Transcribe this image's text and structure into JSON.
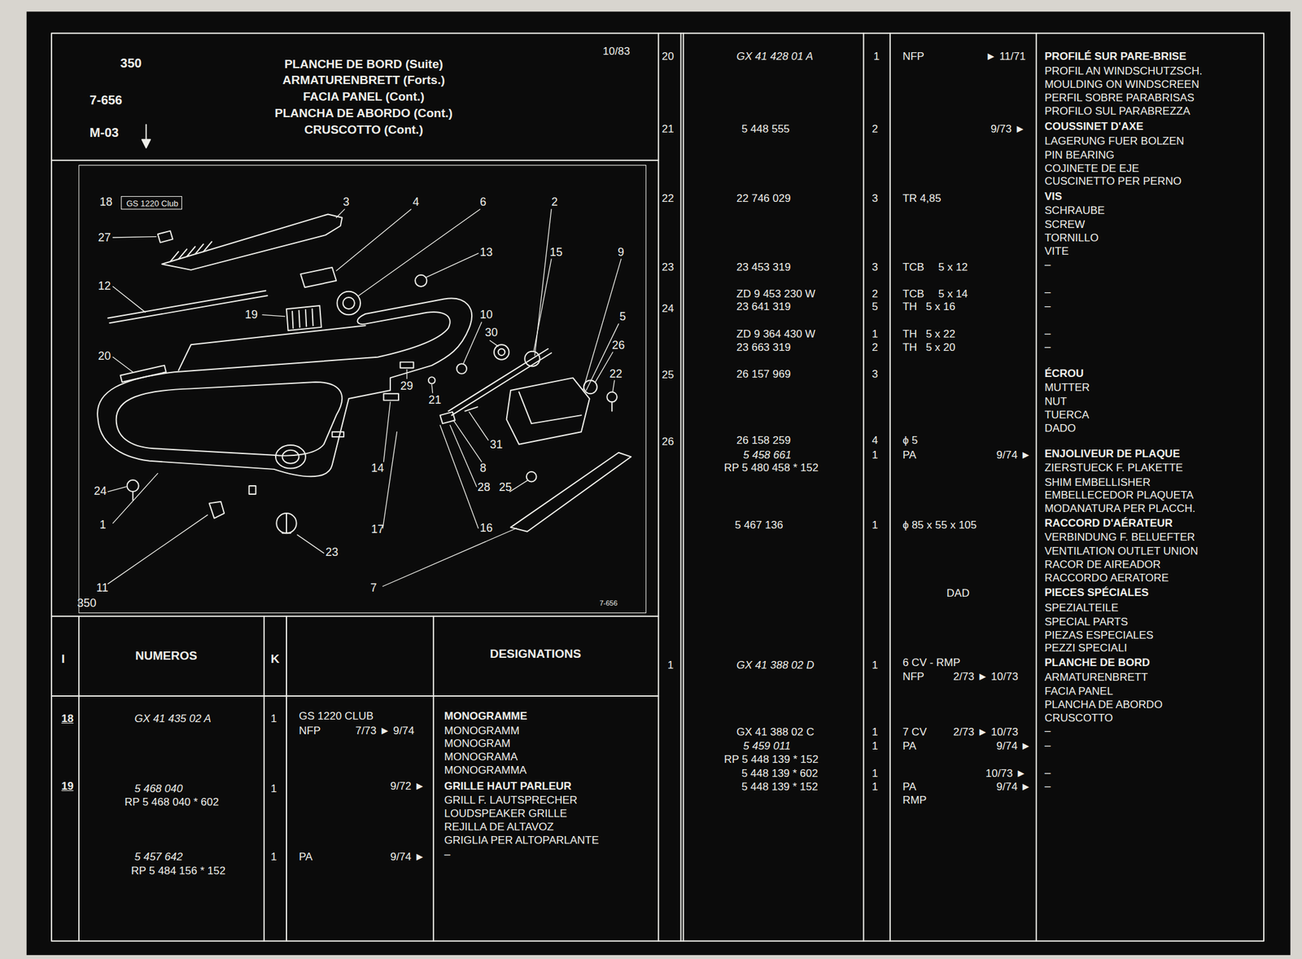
{
  "diagram": {
    "title": "PLANCHE DE BORD (Suite)",
    "nodes": [
      {
        "text": [
          "GS 1220 Club"
        ]
      }
    ],
    "labels": [
      "350",
      "7-656",
      "M-03",
      "ARMATURENBRETT (Forts.)",
      "FACIA PANEL (Cont.)",
      "PLANCHA DE ABORDO (Cont.)",
      "CRUSCOTTO (Cont.)",
      "10/83",
      "18",
      "3",
      "4",
      "6",
      "2",
      "27",
      "13",
      "15",
      "9",
      "12",
      "19",
      "10",
      "30",
      "5",
      "26",
      "20",
      "22",
      "29",
      "21",
      "31",
      "14",
      "8",
      "28",
      "25",
      "24",
      "1",
      "16",
      "17",
      "23",
      "11",
      "7",
      "350",
      "7-656",
      "I",
      "NUMEROS",
      "K",
      "DESIGNATIONS",
      "18",
      "GX 41 435 02 A",
      "1",
      "GS 1220 CLUB",
      "NFP",
      "7/73 ► 9/74",
      "MONOGRAMME",
      "MONOGRAMM",
      "MONOGRAM",
      "MONOGRAMA",
      "MONOGRAMMA",
      "19",
      "5 468 040",
      "RP 5 468 040 * 602",
      "1",
      "9/72 ►",
      "GRILLE HAUT PARLEUR",
      "GRILL F. LAUTSPRECHER",
      "LOUDSPEAKER GRILLE",
      "REJILLA DE ALTAVOZ",
      "GRIGLIA PER ALTOPARLANTE",
      "5 457 642",
      "RP 5 484 156 * 152",
      "1",
      "PA",
      "9/74 ►",
      "–",
      "20",
      "GX 41 428 01 A",
      "1",
      "NFP",
      "► 11/71",
      "PROFILÉ SUR PARE-BRISE",
      "PROFIL AN WINDSCHUTZSCH.",
      "MOULDING ON WINDSCREEN",
      "PERFIL SOBRE PARABRISAS",
      "PROFILO SUL PARABREZZA",
      "21",
      "5 448 555",
      "2",
      "9/73 ►",
      "COUSSINET D'AXE",
      "LAGERUNG FUER BOLZEN",
      "PIN BEARING",
      "COJINETE DE EJE",
      "CUSCINETTO PER PERNO",
      "22",
      "22 746 029",
      "3",
      "TR 4,85",
      "VIS",
      "SCHRAUBE",
      "SCREW",
      "TORNILLO",
      "VITE",
      "23",
      "23 453 319",
      "3",
      "TCB",
      "5 x 12",
      "–",
      "ZD 9 453 230 W",
      "2",
      "TCB",
      "5 x 14",
      "–",
      "24",
      "23 641 319",
      "5",
      "TH",
      "5 x 16",
      "–",
      "ZD 9 364 430 W",
      "1",
      "TH",
      "5 x 22",
      "–",
      "23 663 319",
      "2",
      "TH",
      "5 x 20",
      "–",
      "25",
      "26 157 969",
      "3",
      "ÉCROU",
      "MUTTER",
      "NUT",
      "TUERCA",
      "DADO",
      "26",
      "26 158 259",
      "4",
      "ϕ 5",
      "5 458 661",
      "1",
      "PA",
      "9/74 ►",
      "ENJOLIVEUR DE PLAQUE",
      "RP 5 480 458 * 152",
      "ZIERSTUECK F. PLAKETTE",
      "SHIM EMBELLISHER",
      "EMBELLECEDOR PLAQUETA",
      "MODANATURA PER PLACCH.",
      "5 467 136",
      "1",
      "ϕ 85 x 55 x 105",
      "RACCORD D'AÉRATEUR",
      "VERBINDUNG F. BELUEFTER",
      "VENTILATION OUTLET UNION",
      "RACOR DE AIREADOR",
      "RACCORDO AERATORE",
      "DAD",
      "PIECES SPÉCIALES",
      "SPEZIALTEILE",
      "SPECIAL PARTS",
      "PIEZAS ESPECIALES",
      "PEZZI SPECIALI",
      "1",
      "GX 41 388 02 D",
      "1",
      "6 CV - RMP",
      "NFP",
      "2/73 ► 10/73",
      "PLANCHE DE BORD",
      "ARMATURENBRETT",
      "FACIA PANEL",
      "PLANCHA DE ABORDO",
      "CRUSCOTTO",
      "GX 41 388 02 C",
      "1",
      "7 CV",
      "2/73 ► 10/73",
      "–",
      "5 459 011",
      "1",
      "PA",
      "9/74 ►",
      "–",
      "RP 5 448 139 * 152",
      "5 448 139 * 602",
      "1",
      "10/73 ►",
      "–",
      "5 448 139 * 152",
      "1",
      "PA",
      "9/74 ►",
      "–",
      "RMP"
    ]
  }
}
